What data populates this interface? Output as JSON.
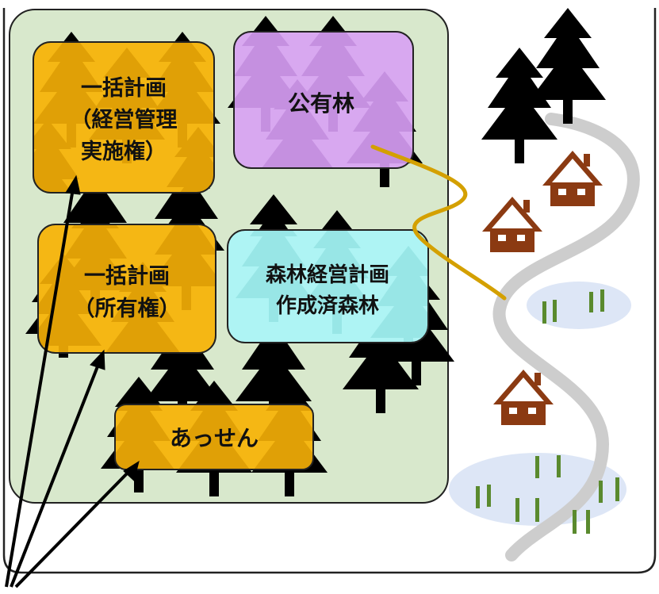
{
  "colors": {
    "forest_area": "#d8e8cc",
    "tree": "#000000",
    "orange_box": "#f5b714",
    "orange_tree_overlay": "#e0a006",
    "purple_box": "#d8a8f0",
    "cyan_box": "#aef4f4",
    "road": "#cdcdcd",
    "house": "#8b3a12",
    "field": "#dde6f6",
    "crop": "#5a8a2e",
    "path": "#d4a000",
    "arrow": "#000000"
  },
  "boxes": {
    "ikkatsu_keiei": {
      "lines": [
        "一括計画",
        "（経営管理",
        "実施権）"
      ]
    },
    "kouyuurin": {
      "lines": [
        "公有林"
      ]
    },
    "ikkatsu_shoyuu": {
      "lines": [
        "一括計画",
        "（所有権）"
      ]
    },
    "shinrin_keiei": {
      "lines": [
        "森林経営計画",
        "作成済森林"
      ]
    },
    "assen": {
      "lines": [
        "あっせん"
      ]
    }
  }
}
